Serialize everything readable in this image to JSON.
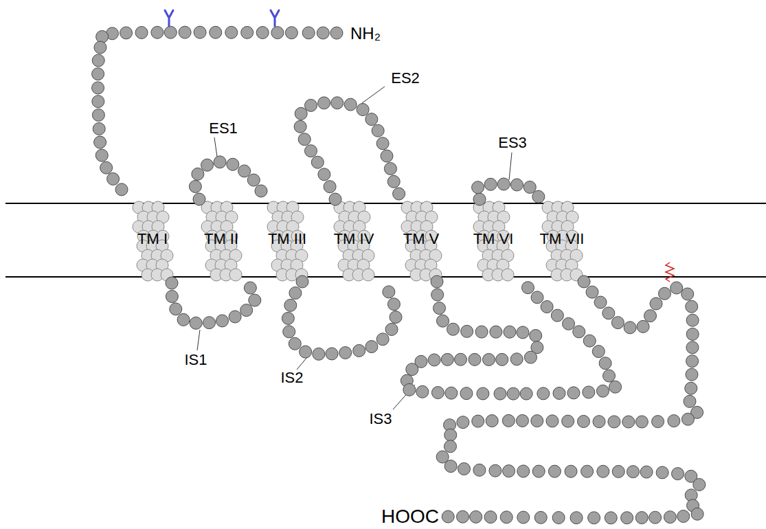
{
  "diagram": {
    "labels": [
      "NH₂",
      "ES1",
      "ES2",
      "ES3",
      "TM I",
      "TM II",
      "TM III",
      "TM IV",
      "TM V",
      "TM VI",
      "TM VII",
      "IS1",
      "IS2",
      "IS3",
      "HOOC"
    ]
  }
}
